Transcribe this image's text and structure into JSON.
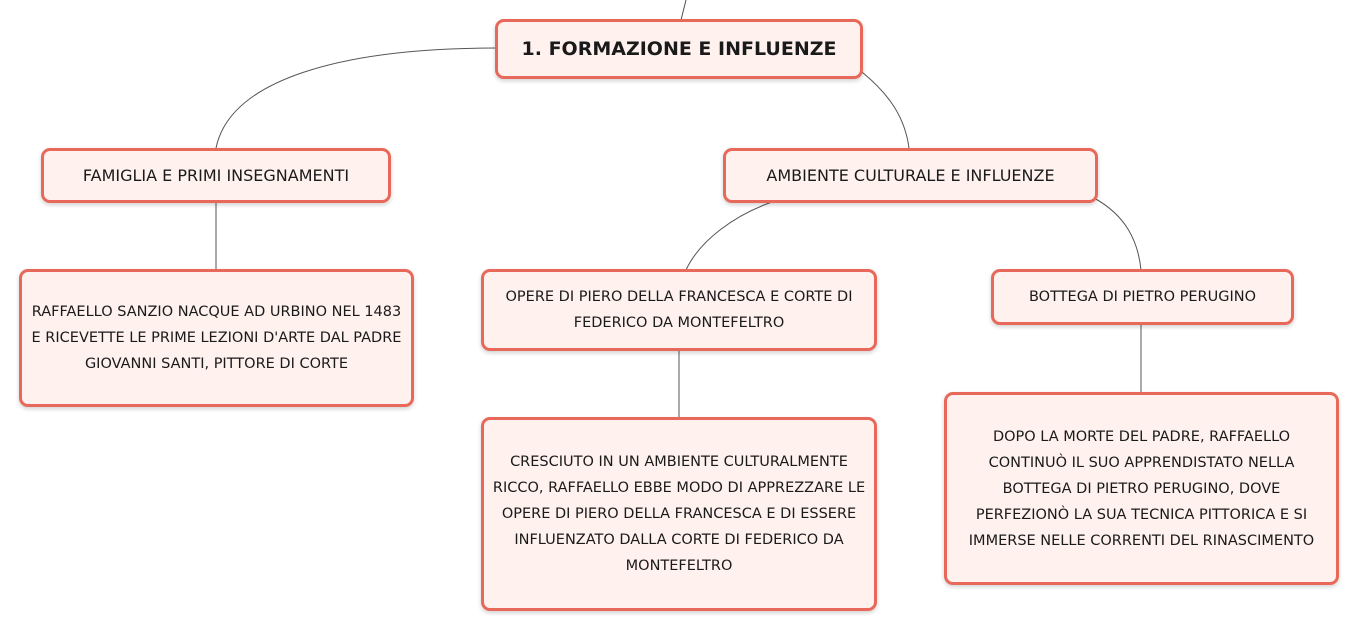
{
  "mindmap": {
    "root": {
      "label": "1. FORMAZIONE E INFLUENZE"
    },
    "branches": [
      {
        "label": "FAMIGLIA E PRIMI INSEGNAMENTI",
        "children": [
          {
            "label": "RAFFAELLO SANZIO NACQUE AD URBINO NEL 1483 E RICEVETTE LE PRIME LEZIONI D'ARTE DAL PADRE GIOVANNI SANTI, PITTORE DI CORTE"
          }
        ]
      },
      {
        "label": "AMBIENTE CULTURALE E INFLUENZE",
        "children": [
          {
            "label": "OPERE DI PIERO DELLA FRANCESCA E CORTE DI FEDERICO DA MONTEFELTRO",
            "children": [
              {
                "label": "CRESCIUTO IN UN AMBIENTE CULTURALMENTE RICCO, RAFFAELLO EBBE MODO DI APPREZZARE LE OPERE DI PIERO DELLA FRANCESCA E DI ESSERE INFLUENZATO DALLA CORTE DI FEDERICO DA MONTEFELTRO"
              }
            ]
          },
          {
            "label": "BOTTEGA DI PIETRO PERUGINO",
            "children": [
              {
                "label": "DOPO LA MORTE DEL PADRE, RAFFAELLO CONTINUÒ IL SUO APPRENDISTATO NELLA BOTTEGA DI PIETRO PERUGINO, DOVE PERFEZIONÒ LA SUA TECNICA PITTORICA E SI IMMERSE NELLE CORRENTI DEL RINASCIMENTO"
              }
            ]
          }
        ]
      }
    ]
  },
  "colors": {
    "node_border": "#e8695a",
    "node_fill": "#fef1ee",
    "connector": "#555555"
  }
}
